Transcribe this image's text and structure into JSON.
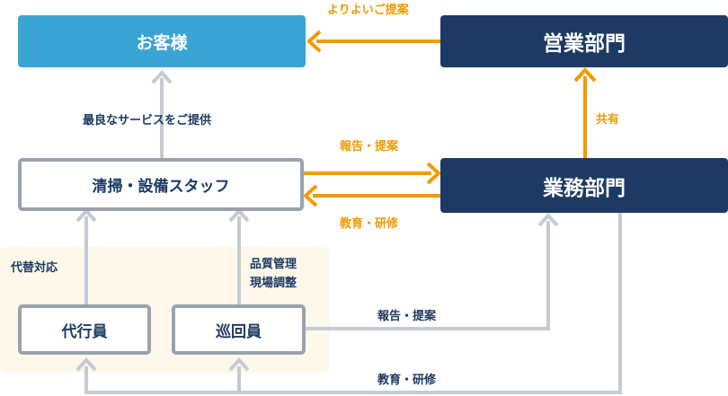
{
  "nodes": {
    "customer": "お客様",
    "sales": "営業部門",
    "operations": "業務部門",
    "cleaning_staff": "清掃・設備スタッフ",
    "substitute": "代行員",
    "patrol": "巡回員"
  },
  "edges": {
    "better_proposals": "よりよいご提案",
    "best_service": "最良なサービスをご提供",
    "share": "共有",
    "report_proposal_top": "報告・提案",
    "education_top": "教育・研修",
    "substitute_response": "代替対応",
    "quality_mgmt": "品質管理",
    "site_adjust": "現場調整",
    "report_proposal_bottom": "報告・提案",
    "education_bottom": "教育・研修"
  },
  "colors": {
    "customer": "#3aa5d5",
    "department": "#1d3a63",
    "staff_border": "#9aa3ad",
    "orange_arrow": "#f29a00",
    "gray_arrow": "#c5cbd2",
    "support_zone": "#fdf8ea"
  }
}
